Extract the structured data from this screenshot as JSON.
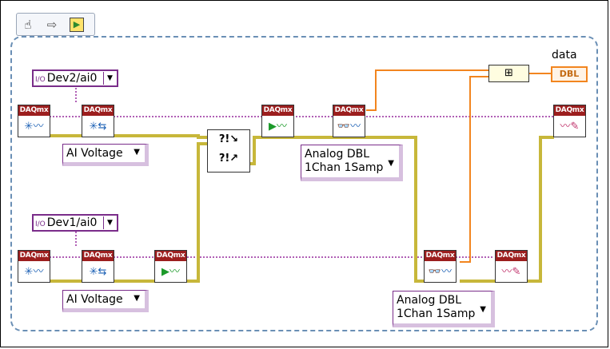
{
  "toolbar": {
    "tools": [
      {
        "icon": "hand-icon",
        "glyph": "☝"
      },
      {
        "icon": "arrow-right-icon",
        "glyph": "⇨"
      },
      {
        "icon": "run-vi-icon",
        "glyph": "▶"
      }
    ]
  },
  "indicator": {
    "label": "data",
    "type": "DBL"
  },
  "build_array": {
    "glyph": "⊞"
  },
  "merge_errors": {
    "glyph_top": "?!↘",
    "glyph_bottom": "?!↗"
  },
  "channels": {
    "top": "Dev2/ai0",
    "bottom": "Dev1/ai0",
    "io_symbol": "I/O"
  },
  "vis": {
    "header": "DAQmx",
    "create_top": "create-channel-icon",
    "timing_top": "timing-icon",
    "start_top": "start-task-icon",
    "read_top": "read-icon",
    "clear_top": "clear-task-icon",
    "create_bottom": "create-channel-icon",
    "timing_bottom": "timing-icon",
    "start_bottom": "start-task-icon",
    "read_bottom": "read-icon",
    "clear_bottom": "clear-task-icon"
  },
  "polymorphic": {
    "ai_voltage_top": "AI Voltage",
    "ai_voltage_bottom": "AI Voltage",
    "read_top_line1": "Analog DBL",
    "read_top_line2": "1Chan 1Samp",
    "read_bottom_line1": "Analog DBL",
    "read_bottom_line2": "1Chan 1Samp"
  },
  "colors": {
    "task_wire": "#b05fb5",
    "error_wire": "#c7b73a",
    "data_wire": "#f2851f",
    "loop_border": "#6a8fb5",
    "daqmx_header": "#9c1e1e"
  }
}
